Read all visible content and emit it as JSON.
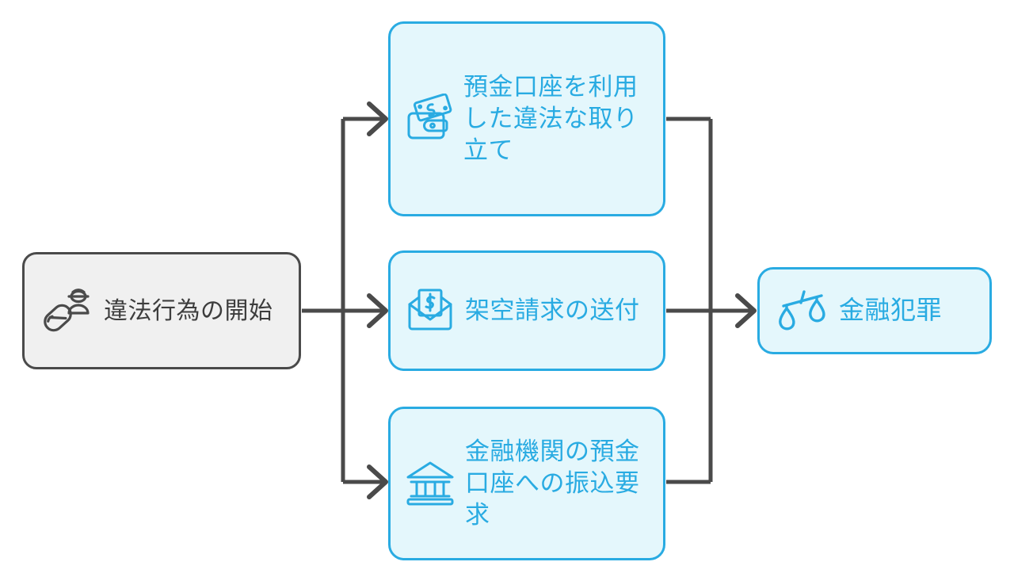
{
  "diagram": {
    "type": "flowchart",
    "direction": "left-to-right",
    "colors": {
      "accent": "#29abe2",
      "node_fill": "#e4f7fc",
      "start_border": "#4a4a4a",
      "start_fill": "#f0f0f0",
      "connector": "#4a4a4a",
      "page_background": "#ffffff"
    },
    "nodes": [
      {
        "id": "start",
        "label": "違法行為の開始",
        "icon": "suspect-person-capsule-icon",
        "style": "gray"
      },
      {
        "id": "collection",
        "label": "預金口座を利用した違法な取り立て",
        "icon": "wallet-money-icon",
        "style": "blue"
      },
      {
        "id": "invoice",
        "label": "架空請求の送付",
        "icon": "envelope-money-icon",
        "style": "blue"
      },
      {
        "id": "transfer",
        "label": "金融機関の預金口座への振込要求",
        "icon": "bank-building-icon",
        "style": "blue"
      },
      {
        "id": "crime",
        "label": "金融犯罪",
        "icon": "scales-of-justice-icon",
        "style": "blue"
      }
    ],
    "edges": [
      {
        "from": "start",
        "to": "collection"
      },
      {
        "from": "start",
        "to": "invoice"
      },
      {
        "from": "start",
        "to": "transfer"
      },
      {
        "from": "collection",
        "to": "crime"
      },
      {
        "from": "invoice",
        "to": "crime"
      },
      {
        "from": "transfer",
        "to": "crime"
      }
    ]
  }
}
